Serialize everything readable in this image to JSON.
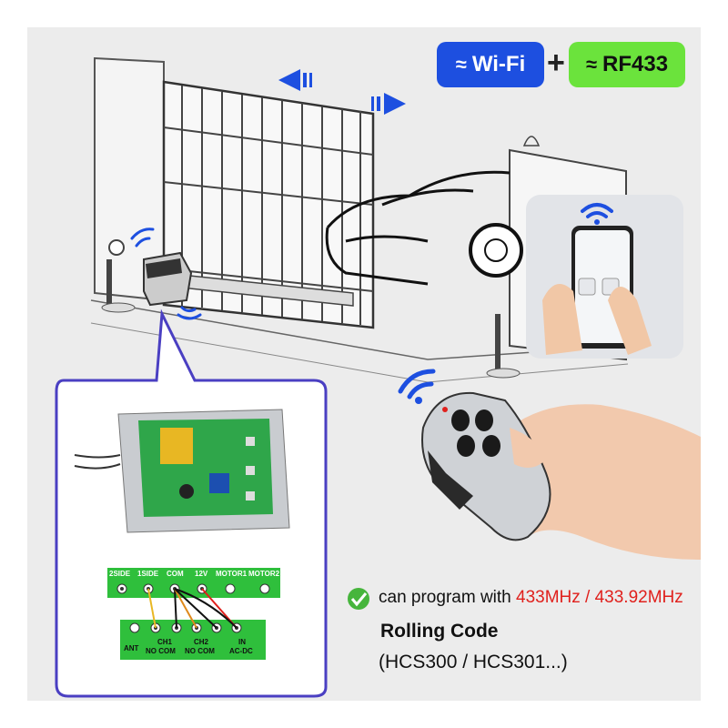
{
  "badges": {
    "wifi": {
      "label": "Wi-Fi",
      "color": "#1d4fe0"
    },
    "plus": "+",
    "rf": {
      "label": "RF433",
      "color": "#6be33c"
    }
  },
  "terminals_top": [
    "2SIDE",
    "1SIDE",
    "COM",
    "12V",
    "MOTOR1",
    "MOTOR2"
  ],
  "terminals_bottom": {
    "ant": "ANT",
    "ch1": "CH1",
    "ch1_sub": "NO  COM",
    "ch2": "CH2",
    "ch2_sub": "NO  COM",
    "in": "IN",
    "in_sub": "AC-DC"
  },
  "info": {
    "program_prefix": "can program with ",
    "frequency": "433MHz / 433.92MHz",
    "rolling": "Rolling Code",
    "chips": "(HCS300 / HCS301...)"
  },
  "colors": {
    "accent_blue": "#1d4fe0",
    "rf_green": "#6be33c",
    "frequency_red": "#e0201c",
    "pcb_green": "#2fbf3c",
    "frame_purple": "#4a3fc2",
    "check_green": "#46b53c"
  }
}
